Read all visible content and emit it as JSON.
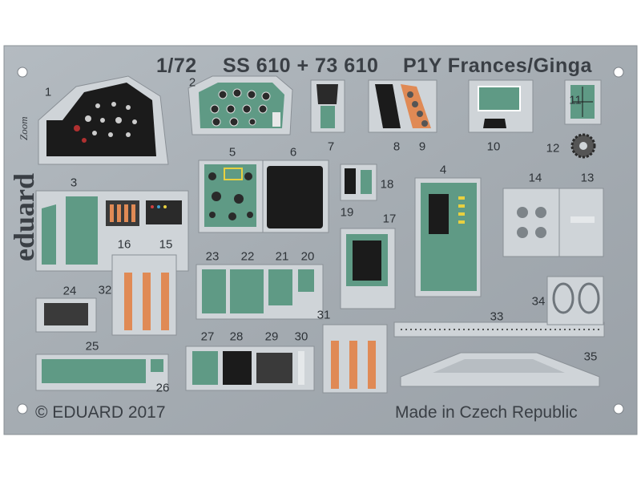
{
  "header": {
    "scale": "1/72",
    "set_numbers": "SS 610 + 73 610",
    "aircraft": "P1Y Frances/Ginga"
  },
  "footer": {
    "copyright": "© EDUARD 2017",
    "origin": "Made in Czech Republic"
  },
  "branding": {
    "brand": "eduard",
    "zoom": "Zoom"
  },
  "part_numbers": [
    "1",
    "2",
    "3",
    "4",
    "5",
    "6",
    "7",
    "8",
    "9",
    "10",
    "11",
    "12",
    "13",
    "14",
    "15",
    "16",
    "17",
    "18",
    "19",
    "20",
    "21",
    "22",
    "23",
    "24",
    "25",
    "26",
    "27",
    "28",
    "29",
    "30",
    "31",
    "32",
    "33",
    "34",
    "35"
  ],
  "colors": {
    "fret_metal": "#a9b0b6",
    "interior_green": "#5f9a85",
    "panel_black": "#202020",
    "belt_orange": "#e08a55",
    "text": "#3a3f45"
  }
}
